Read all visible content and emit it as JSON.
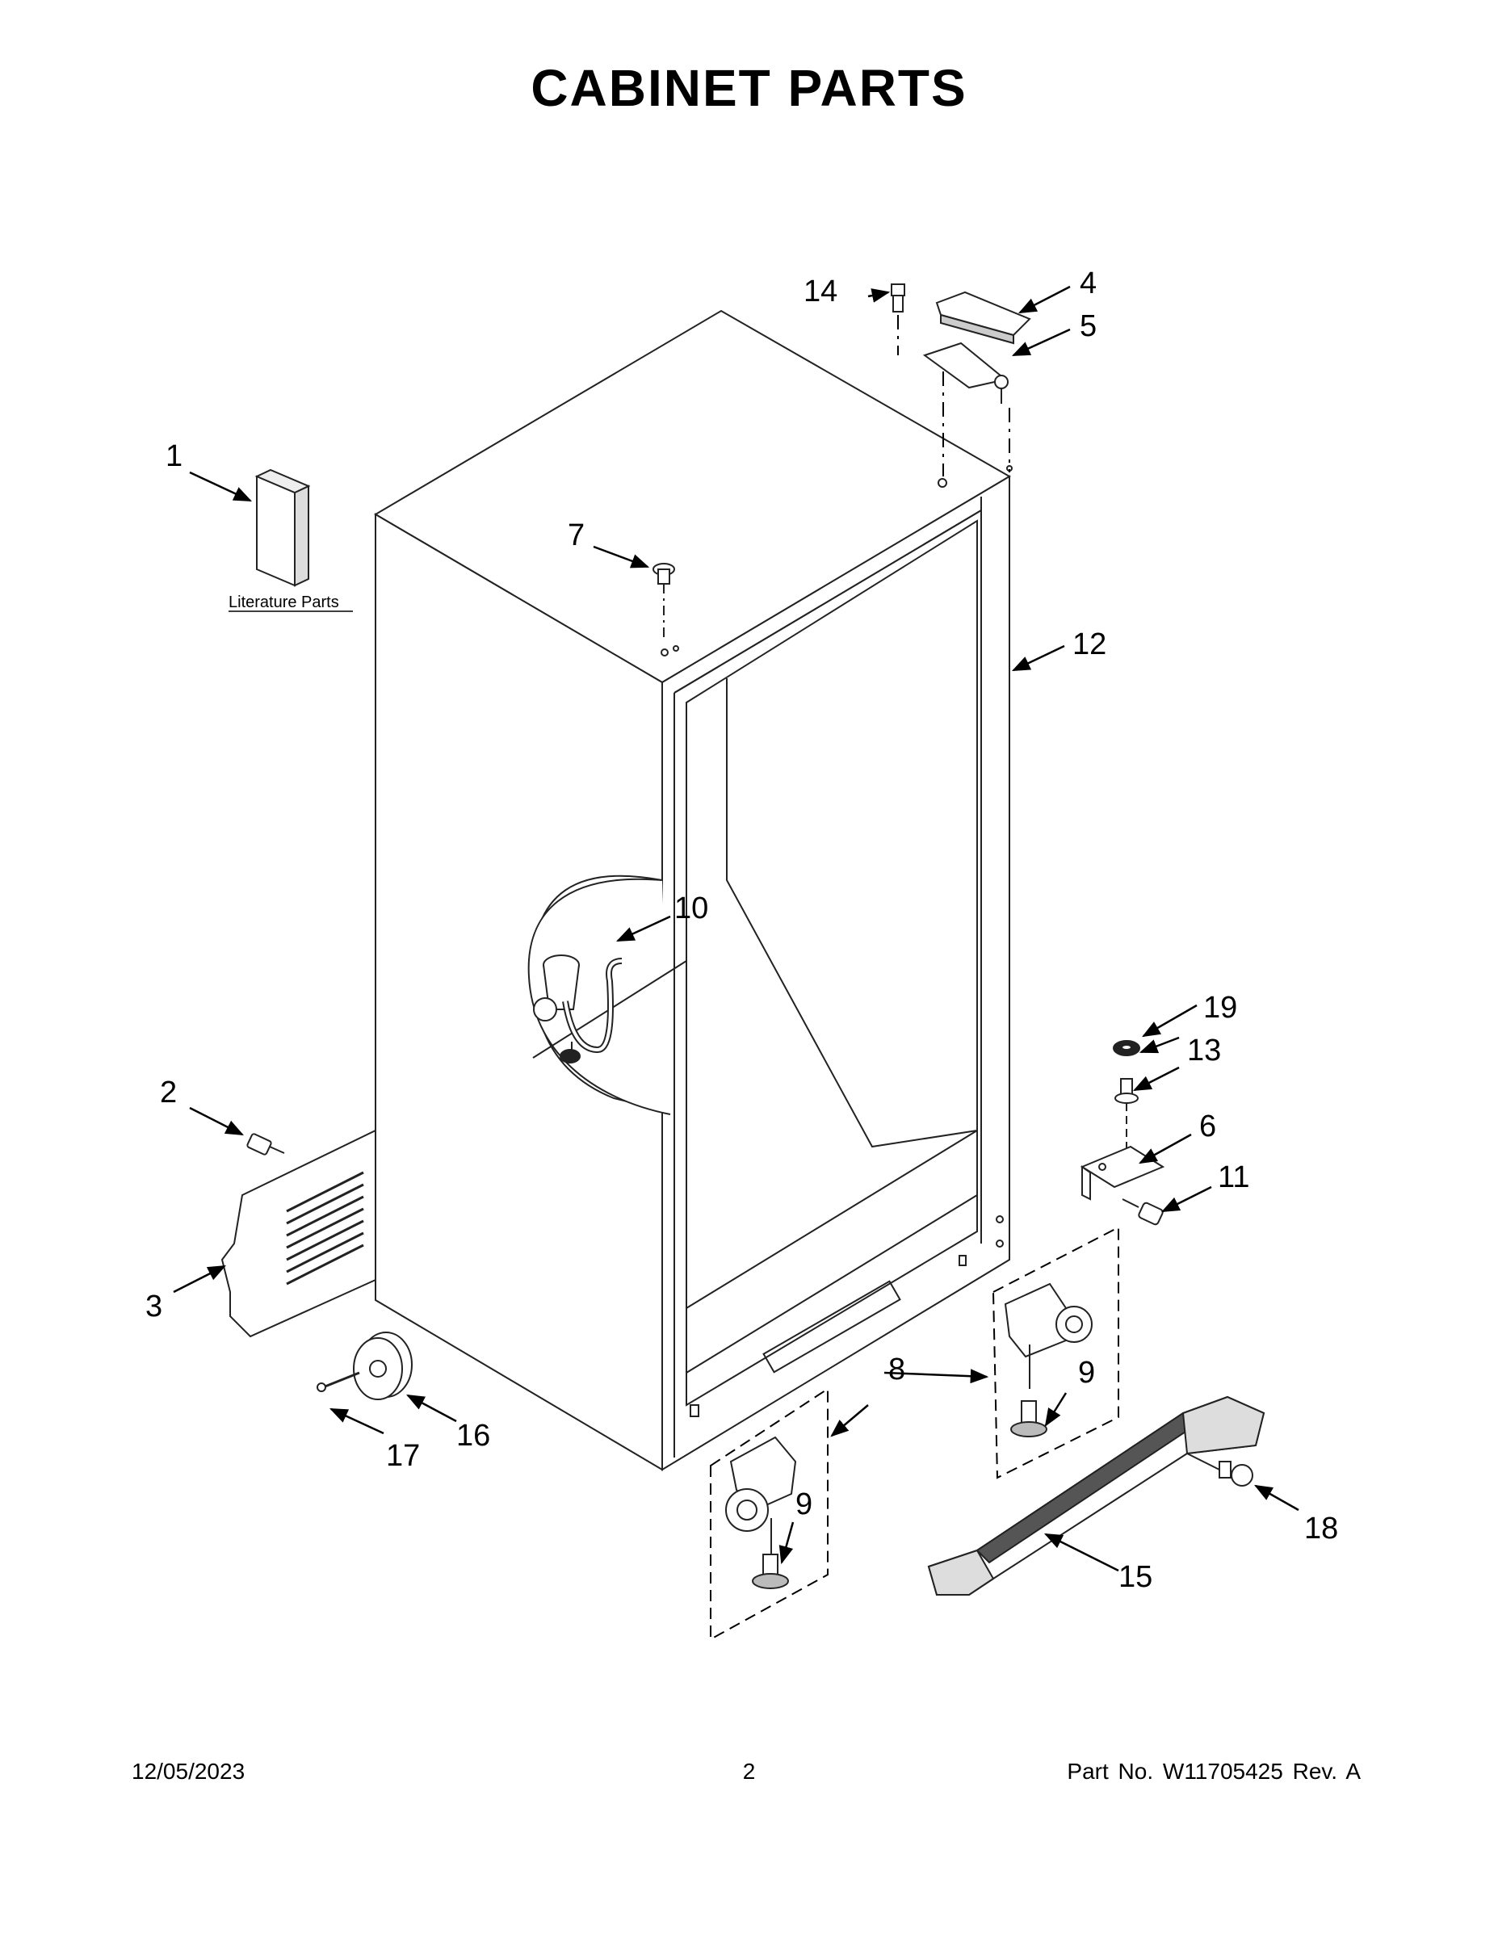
{
  "title": "CABINET PARTS",
  "literature_label": "Literature Parts",
  "callouts": {
    "c1": "1",
    "c2": "2",
    "c3": "3",
    "c4": "4",
    "c5": "5",
    "c6": "6",
    "c7": "7",
    "c8": "8",
    "c9a": "9",
    "c9b": "9",
    "c10": "10",
    "c11": "11",
    "c12": "12",
    "c13": "13",
    "c14": "14",
    "c15": "15",
    "c16": "16",
    "c17": "17",
    "c18": "18",
    "c19": "19"
  },
  "footer": {
    "date": "12/05/2023",
    "page": "2",
    "part": "Part No.  W11705425  Rev.  A"
  }
}
